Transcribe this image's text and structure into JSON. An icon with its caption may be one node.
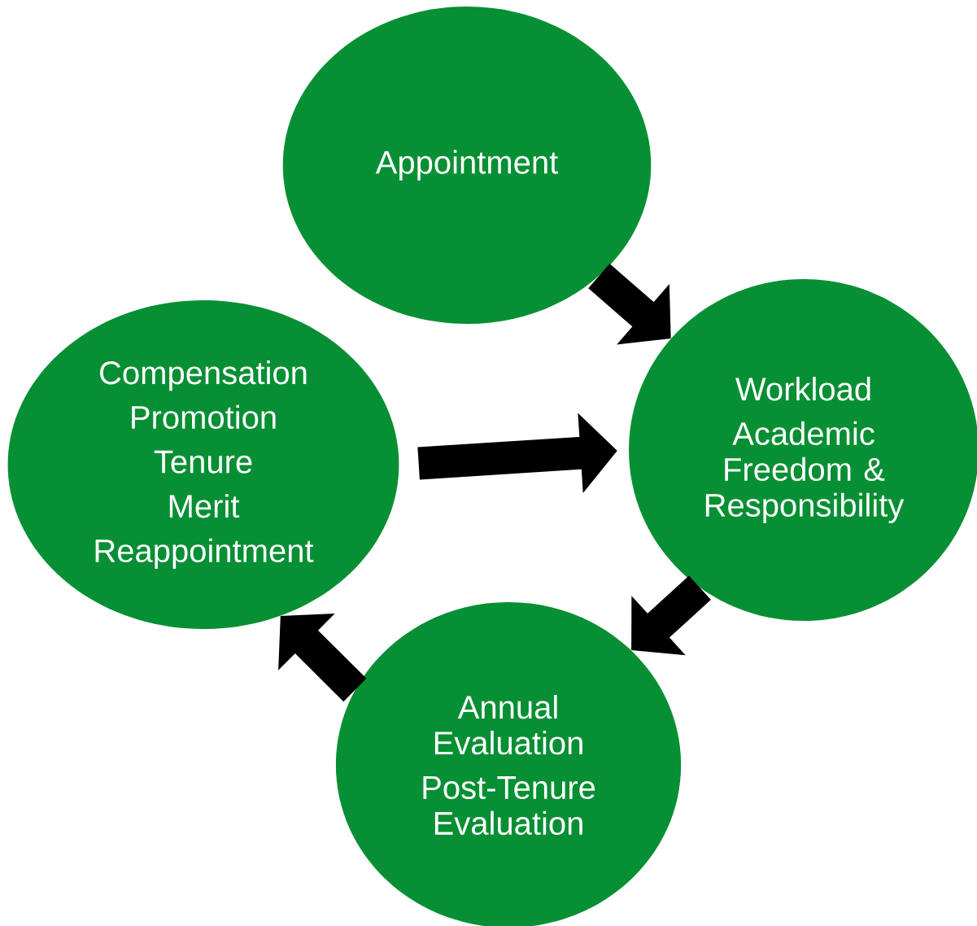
{
  "diagram": {
    "nodes": [
      {
        "text": [
          "Appointment"
        ]
      },
      {
        "text": [
          "Workload",
          "Academic Freedom & Responsibility"
        ]
      },
      {
        "text": [
          "Annual Evaluation",
          "Post-Tenure Evaluation"
        ]
      },
      {
        "text": [
          "Compensation",
          "Promotion",
          "Tenure",
          "Merit",
          "Reappointment"
        ]
      }
    ],
    "edges": [
      {
        "from": 0,
        "to": 1,
        "arrow": "to"
      },
      {
        "from": 1,
        "to": 2,
        "arrow": "to"
      },
      {
        "from": 2,
        "to": 3,
        "arrow": "to"
      },
      {
        "from": 3,
        "to": 1,
        "arrow": "to"
      }
    ]
  }
}
